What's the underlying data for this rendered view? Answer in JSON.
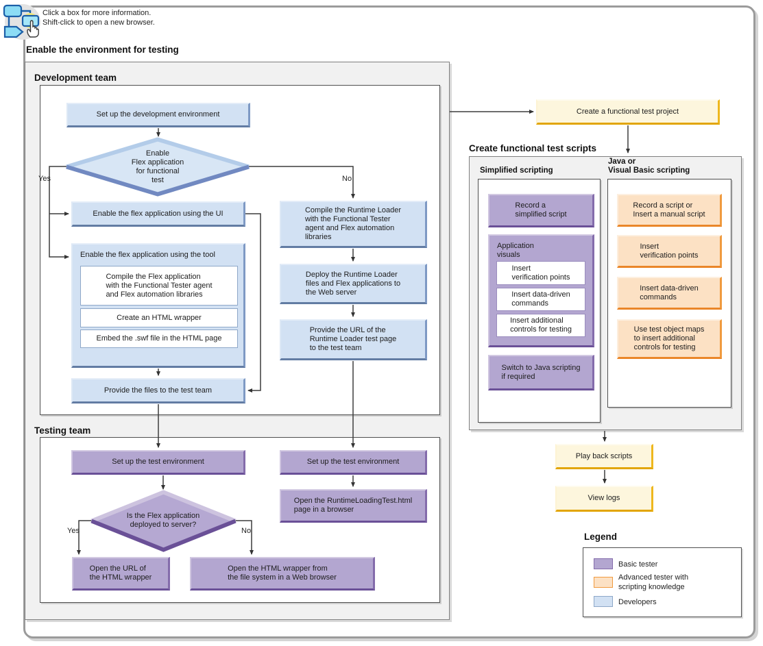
{
  "header": {
    "instructions": "Click a box for more information.\nShift-click to open a new browser."
  },
  "enable_environment": {
    "title": "Enable the environment for testing",
    "development_team": {
      "title": "Development team",
      "setup_dev_env": "Set up the development environment",
      "decision_enable_flex": "Enable\nFlex application\nfor functional\ntest",
      "yes_label": "Yes",
      "no_label": "No",
      "enable_ui": "Enable the flex application using the UI",
      "enable_tool": {
        "title": "Enable the flex application using the tool",
        "compile_flex": "Compile the Flex application\nwith the Functional Tester agent\nand Flex automation libraries",
        "create_wrapper": "Create an HTML wrapper",
        "embed_swf": "Embed the .swf file in the HTML page"
      },
      "provide_files": "Provide the files to the test team",
      "compile_runtime_loader": "Compile the Runtime Loader\nwith the Functional Tester\nagent and Flex automation\nlibraries",
      "deploy_runtime_loader": "Deploy the Runtime Loader\nfiles and Flex applications to\nthe Web server",
      "provide_url": "Provide the URL of the\nRuntime Loader test page\nto the test team"
    },
    "testing_team": {
      "title": "Testing team",
      "setup_test_env_left": "Set up the test environment",
      "setup_test_env_right": "Set up the test environment",
      "decision_deployed": "Is the Flex application\ndeployed to server?",
      "yes_label": "Yes",
      "no_label": "No",
      "open_url_wrapper": "Open the URL of\nthe HTML wrapper",
      "open_wrapper_filesystem": "Open the HTML wrapper from\nthe file system in a Web browser",
      "open_runtime_test": "Open the RuntimeLoadingTest.html\npage in a browser"
    }
  },
  "create_project": "Create a functional test project",
  "create_scripts": {
    "title": "Create functional test scripts",
    "simplified": {
      "title": "Simplified scripting",
      "record_script": "Record a\nsimplified script",
      "app_visuals": {
        "title": "Application\nvisuals",
        "insert_verification": "Insert\nverification points",
        "insert_data_driven": "Insert data-driven\ncommands",
        "insert_controls": "Insert additional\ncontrols for testing"
      },
      "switch_java": "Switch to Java scripting\nif required"
    },
    "java_vb": {
      "title": "Java or\nVisual Basic scripting",
      "record_or_manual": "Record a script or\nInsert a manual script",
      "insert_verification": "Insert\nverification points",
      "insert_data_driven": "Insert data-driven\ncommands",
      "use_object_maps": "Use test object maps\nto insert additional\ncontrols for testing"
    }
  },
  "playback": "Play back scripts",
  "view_logs": "View logs",
  "legend": {
    "title": "Legend",
    "items": [
      {
        "label": "Basic tester",
        "color": "#b3a6d0"
      },
      {
        "label": "Advanced tester with\nscripting knowledge",
        "color": "#fce1c4"
      },
      {
        "label": "Developers",
        "color": "#d2e1f3"
      }
    ]
  },
  "palette": {
    "developer_fill": "#d2e1f3",
    "developer_border": "#7e99c4",
    "basic_tester_fill": "#b3a6d0",
    "basic_tester_border": "#846cab",
    "advanced_tester_fill": "#fce1c4",
    "advanced_tester_border": "#f09a3e",
    "milestone_fill": "#fdf6dd",
    "milestone_border": "#eeb71e",
    "container_fill": "#f1f1f1"
  }
}
